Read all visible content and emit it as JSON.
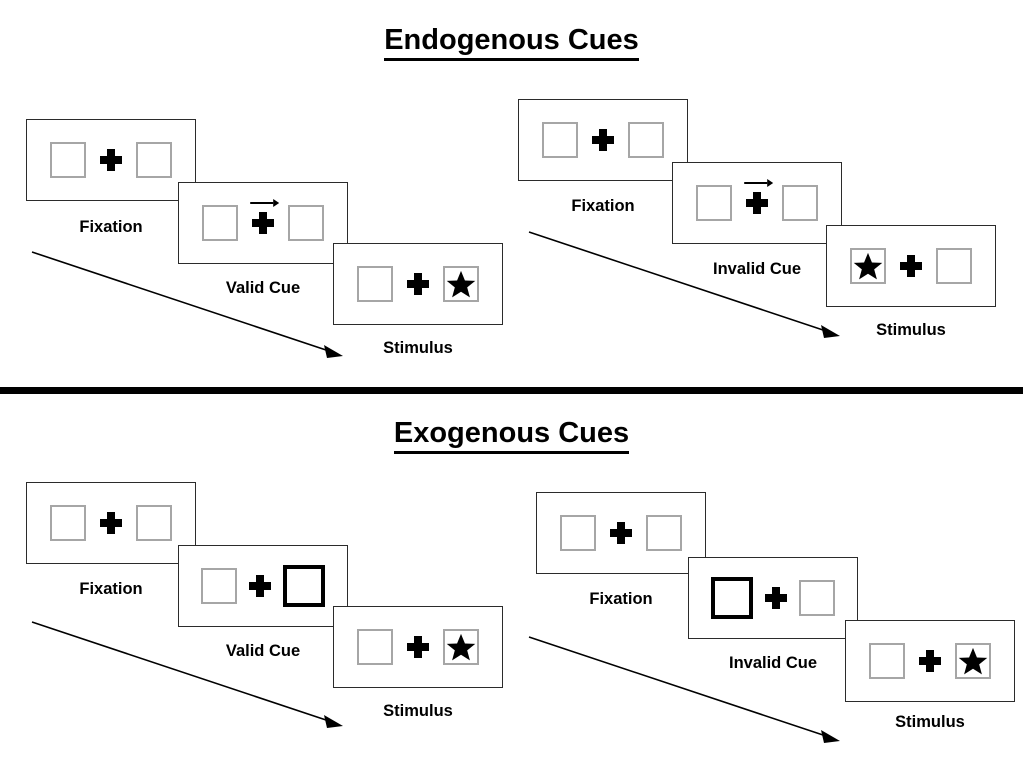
{
  "figure": {
    "title_top": "Endogenous Cues",
    "title_bottom": "Exogenous Cues"
  },
  "colors": {
    "panel_border": "#2b2b2b",
    "placeholder_border": "#a6a6a6",
    "cued_border": "#000000",
    "ink": "#000000",
    "background": "#ffffff"
  },
  "sections": [
    {
      "id": "endogenous",
      "title": "Endogenous Cues",
      "cue_type": "arrow",
      "sequences": [
        {
          "id": "endogenous-valid",
          "validity": "valid",
          "steps": [
            {
              "label": "Fixation",
              "left_box": "empty",
              "right_box": "empty",
              "cue": "none",
              "target": "none"
            },
            {
              "label": "Valid Cue",
              "left_box": "empty",
              "right_box": "empty",
              "cue": "arrow-right",
              "target": "none"
            },
            {
              "label": "Stimulus",
              "left_box": "empty",
              "right_box": "star",
              "cue": "none",
              "target": "right"
            }
          ]
        },
        {
          "id": "endogenous-invalid",
          "validity": "invalid",
          "steps": [
            {
              "label": "Fixation",
              "left_box": "empty",
              "right_box": "empty",
              "cue": "none",
              "target": "none"
            },
            {
              "label": "Invalid Cue",
              "left_box": "empty",
              "right_box": "empty",
              "cue": "arrow-right",
              "target": "none"
            },
            {
              "label": "Stimulus",
              "left_box": "star",
              "right_box": "empty",
              "cue": "none",
              "target": "left"
            }
          ]
        }
      ]
    },
    {
      "id": "exogenous",
      "title": "Exogenous Cues",
      "cue_type": "box-flash",
      "sequences": [
        {
          "id": "exogenous-valid",
          "validity": "valid",
          "steps": [
            {
              "label": "Fixation",
              "left_box": "empty",
              "right_box": "empty",
              "cue": "none",
              "target": "none"
            },
            {
              "label": "Valid Cue",
              "left_box": "empty",
              "right_box": "highlighted",
              "cue": "box-right",
              "target": "none"
            },
            {
              "label": "Stimulus",
              "left_box": "empty",
              "right_box": "star",
              "cue": "none",
              "target": "right"
            }
          ]
        },
        {
          "id": "exogenous-invalid",
          "validity": "invalid",
          "steps": [
            {
              "label": "Fixation",
              "left_box": "empty",
              "right_box": "empty",
              "cue": "none",
              "target": "none"
            },
            {
              "label": "Invalid Cue",
              "left_box": "highlighted",
              "right_box": "empty",
              "cue": "box-left",
              "target": "none"
            },
            {
              "label": "Stimulus",
              "left_box": "empty",
              "right_box": "star",
              "cue": "none",
              "target": "right"
            }
          ]
        }
      ]
    }
  ],
  "labels": {
    "fixation": "Fixation",
    "valid_cue": "Valid Cue",
    "invalid_cue": "Invalid Cue",
    "stimulus": "Stimulus"
  },
  "icons": {
    "fixation_cross": "plus-cross-icon",
    "cue_arrow": "arrow-right-icon",
    "target": "star-icon",
    "time_flow": "time-flow-arrow-icon"
  }
}
